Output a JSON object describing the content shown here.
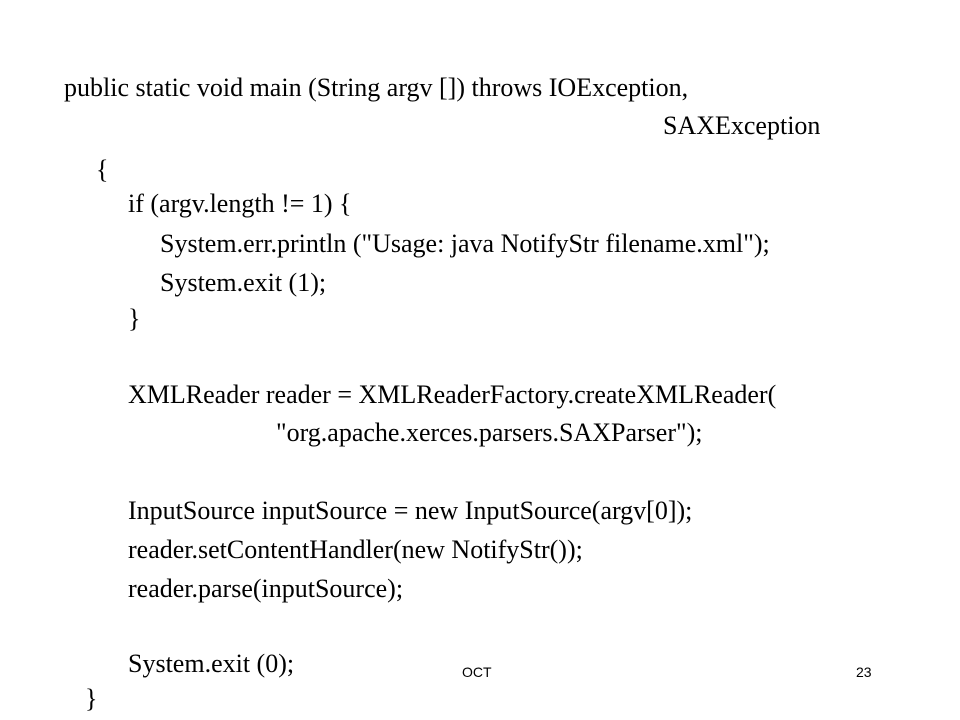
{
  "code_lines": [
    "public static void main (String argv []) throws IOException,",
    "SAXException",
    "{",
    "if (argv.length != 1) {",
    "System.err.println (\"Usage: java NotifyStr filename.xml\");",
    "System.exit (1);",
    "}",
    "XMLReader reader = XMLReaderFactory.createXMLReader(",
    "\"org.apache.xerces.parsers.SAXParser\");",
    "InputSource inputSource = new InputSource(argv[0]);",
    "reader.setContentHandler(new NotifyStr());",
    "reader.parse(inputSource);",
    "System.exit (0);",
    "}"
  ],
  "footer": {
    "label": "OCT",
    "page_number": "23"
  }
}
